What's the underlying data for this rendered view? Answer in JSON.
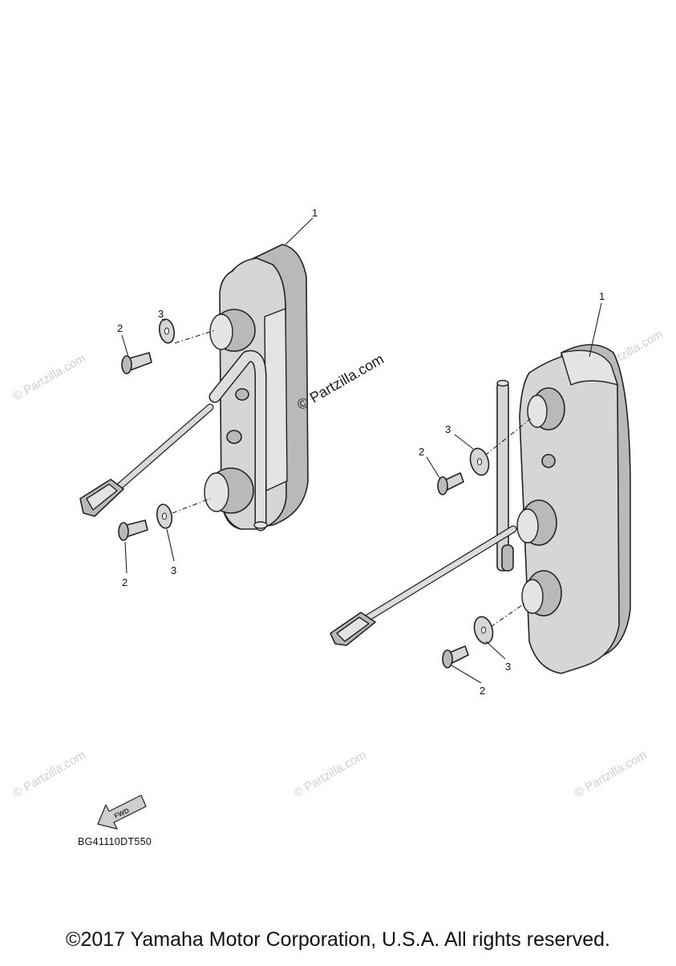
{
  "diagram": {
    "callouts": {
      "left_cover": "1",
      "left_bolt_top": "2",
      "left_washer_top": "3",
      "left_bolt_bottom": "2",
      "left_washer_bottom": "3",
      "right_cover": "1",
      "right_washer_top": "3",
      "right_bolt_top": "2",
      "right_washer_bottom": "3",
      "right_bolt_bottom": "2"
    },
    "watermark_main": "© Partzilla.com",
    "watermark_faint": "© Partzilla.com",
    "fwd_label": "FWD",
    "part_code": "BG41110DT550"
  },
  "footer": {
    "copyright": "©2017 Yamaha Motor Corporation, U.S.A. All rights reserved."
  }
}
